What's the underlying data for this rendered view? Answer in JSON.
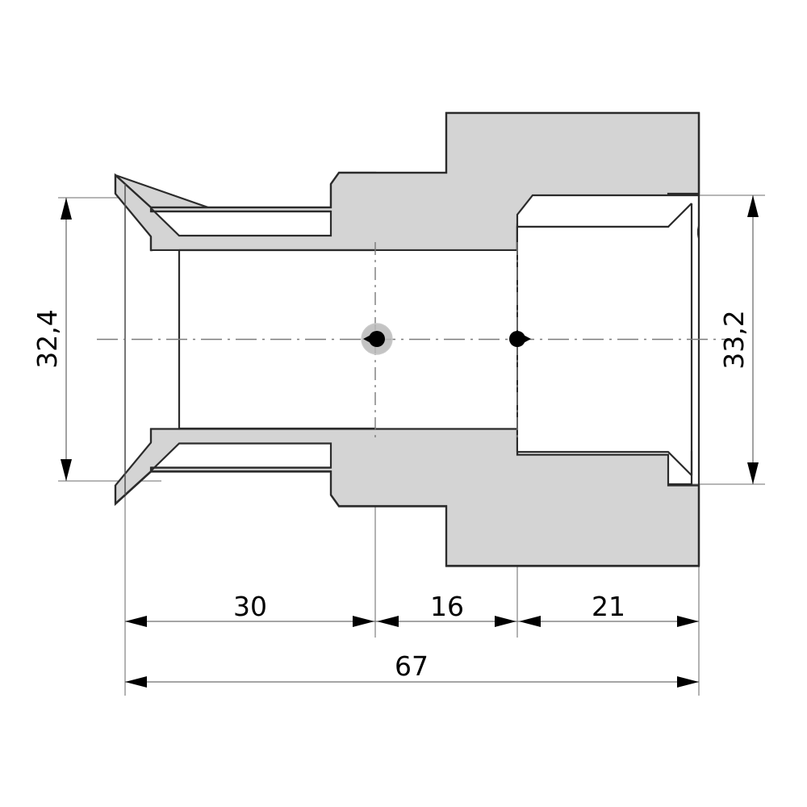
{
  "drawing": {
    "title": "Pipe fitting cross-section drawing",
    "type": "engineering-section-view",
    "units": "mm",
    "colors": {
      "part_fill": "#d4d4d4",
      "part_outline": "#2b2b2b",
      "dimension_line": "#6f6f6f",
      "center_line": "#7a7a7a",
      "background": "#ffffff",
      "text": "#000000"
    },
    "dimensions": {
      "vertical_left": {
        "label": "32,4",
        "orientation": "vertical-rotated",
        "position": "left",
        "value": 32.4
      },
      "vertical_right": {
        "label": "33,2",
        "orientation": "vertical-rotated",
        "position": "right",
        "value": 33.2
      },
      "horizontal_segments": [
        {
          "label": "30",
          "value": 30
        },
        {
          "label": "16",
          "value": 16
        },
        {
          "label": "21",
          "value": 21
        }
      ],
      "horizontal_overall": {
        "label": "67",
        "value": 67
      }
    },
    "axis_markers": [
      {
        "name": "section-marker-left",
        "direction": "left",
        "highlighted": true
      },
      {
        "name": "section-marker-right",
        "direction": "right",
        "highlighted": false
      }
    ]
  }
}
